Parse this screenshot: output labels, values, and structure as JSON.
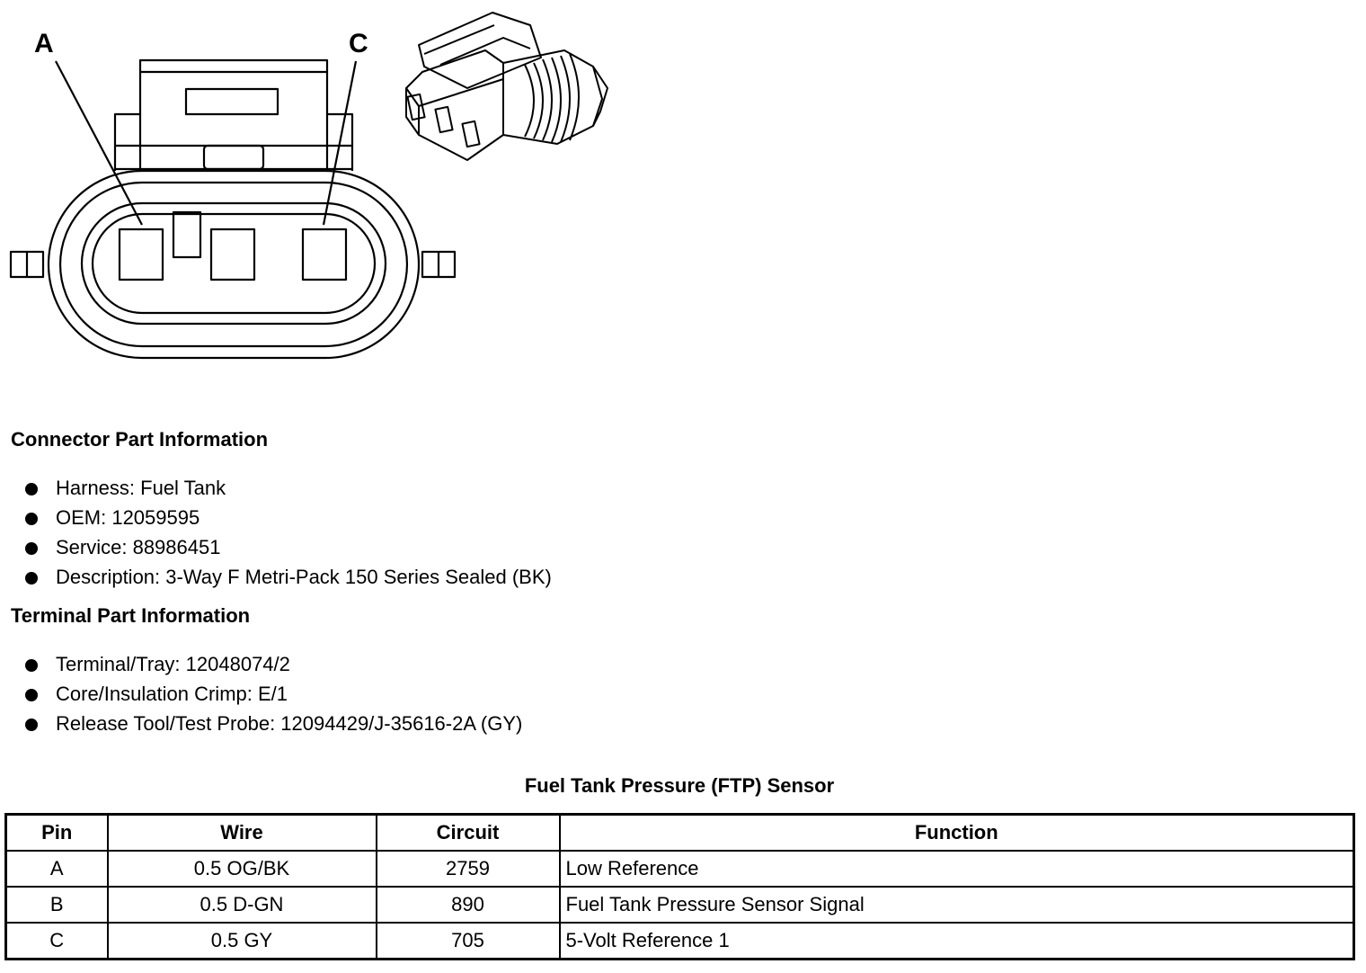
{
  "diagram": {
    "callouts": {
      "a": "A",
      "c": "C"
    }
  },
  "connector_section": {
    "title": "Connector Part Information",
    "items": [
      "Harness: Fuel Tank",
      "OEM: 12059595",
      "Service: 88986451",
      "Description: 3-Way F Metri-Pack 150 Series Sealed (BK)"
    ]
  },
  "terminal_section": {
    "title": "Terminal Part Information",
    "items": [
      "Terminal/Tray: 12048074/2",
      "Core/Insulation Crimp: E/1",
      "Release Tool/Test Probe: 12094429/J-35616-2A (GY)"
    ]
  },
  "table": {
    "caption": "Fuel Tank Pressure (FTP) Sensor",
    "headers": {
      "pin": "Pin",
      "wire": "Wire",
      "circuit": "Circuit",
      "function": "Function"
    },
    "rows": [
      {
        "pin": "A",
        "wire": "0.5 OG/BK",
        "circuit": "2759",
        "function": "Low Reference"
      },
      {
        "pin": "B",
        "wire": "0.5 D-GN",
        "circuit": "890",
        "function": "Fuel Tank Pressure Sensor Signal"
      },
      {
        "pin": "C",
        "wire": "0.5 GY",
        "circuit": "705",
        "function": "5-Volt Reference 1"
      }
    ]
  }
}
